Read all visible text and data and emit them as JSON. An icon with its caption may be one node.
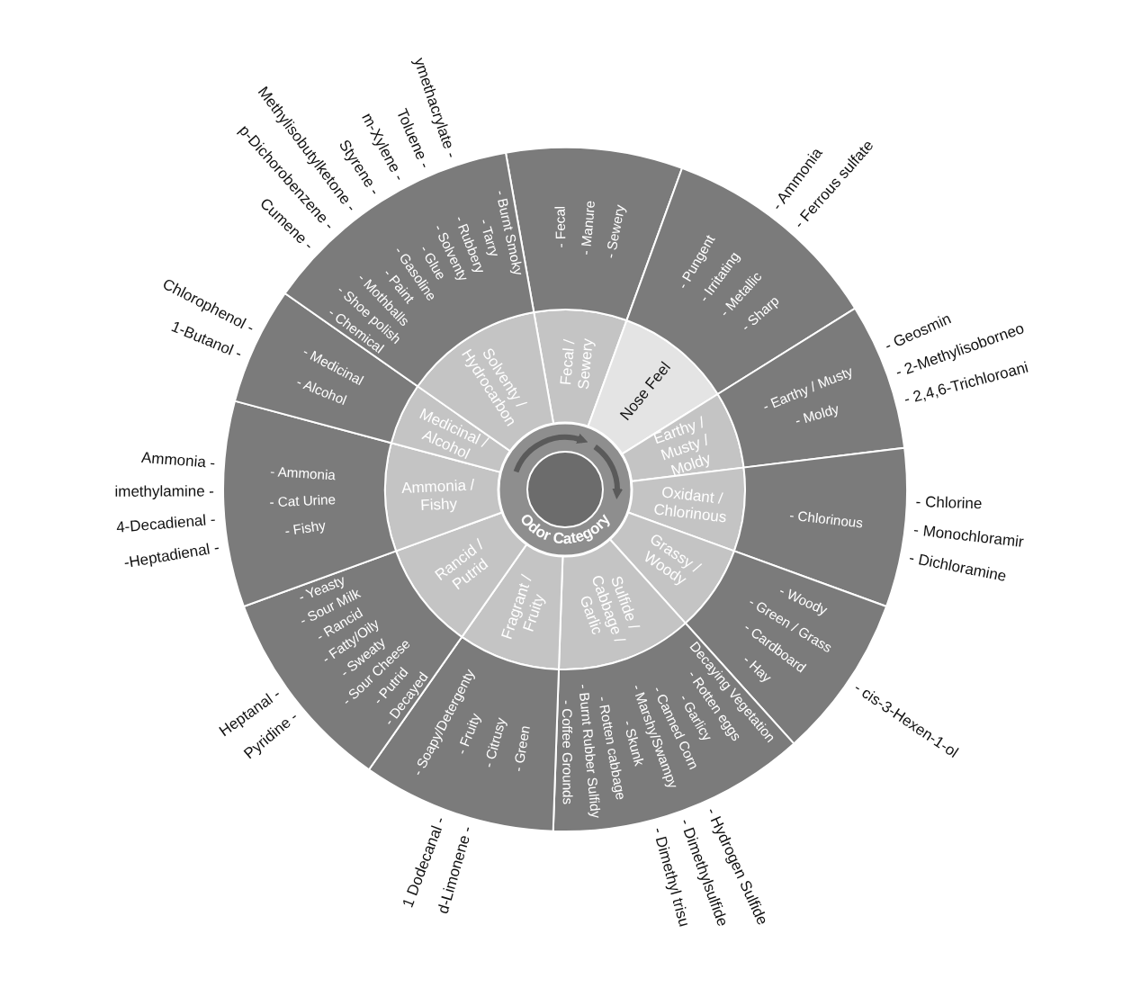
{
  "diagram": {
    "nodes": [
      {
        "text": [
          "Odor Category"
        ]
      },
      {
        "text": [
          "Fecal / Sewery"
        ]
      },
      {
        "text": [
          "Nose Feel"
        ]
      },
      {
        "text": [
          "Earthy / Musty / Moldy"
        ]
      },
      {
        "text": [
          "Oxidant / Chlorinous"
        ]
      },
      {
        "text": [
          "Grassy / Woody"
        ]
      },
      {
        "text": [
          "Sulfide / Cabbage / Garlic"
        ]
      },
      {
        "text": [
          "Fragrant / Fruity"
        ]
      },
      {
        "text": [
          "Rancid / Putrid"
        ]
      },
      {
        "text": [
          "Ammonia / Fishy"
        ]
      },
      {
        "text": [
          "Medicinal / Alcohol"
        ]
      },
      {
        "text": [
          "Solventy / Hydrocarbon"
        ]
      },
      {
        "text": [
          "- Fecal",
          "- Manure",
          "- Sewery"
        ]
      },
      {
        "text": [
          "- Pungent",
          "- Irritating",
          "- Metallic",
          "- Sharp"
        ],
        "beside": [
          "- Ammonia",
          "- Ferrous sulfate"
        ]
      },
      {
        "text": [
          "- Earthy / Musty",
          "- Moldy"
        ],
        "beside": [
          "- Geosmin",
          "- 2-Methylisoborneo",
          "- 2,4,6-Trichloroani"
        ]
      },
      {
        "text": [
          "- Chlorinous"
        ],
        "beside": [
          "- Chlorine",
          "- Monochloramir",
          "- Dichloramine"
        ]
      },
      {
        "text": [
          "- Woody",
          "- Green / Grass",
          "- Cardboard",
          "- Hay"
        ],
        "beside": [
          "- cis-3-Hexen-1-ol"
        ]
      },
      {
        "text": [
          "Decaying Vegetation",
          "- Rotten eggs",
          "- Garlicy",
          "- Canned Corn",
          "- Marshy/Swampy",
          "- Skunk",
          "- Rotten cabbage",
          "- Burnt Rubber Sulfidy",
          "- Coffee Grounds"
        ],
        "beside": [
          "- Hydrogen Sulfide",
          "- Dimethylsulfide",
          "- Dimethyl trisu"
        ]
      },
      {
        "text": [
          "- Soapy/Detergenty",
          "- Fruity",
          "- Citrusy",
          "- Green"
        ],
        "beside": [
          "1 Dodecanal -",
          "d-Limonene -"
        ]
      },
      {
        "text": [
          "- Yeasty",
          "- Sour Milk",
          "- Rancid",
          "- Fatty/Oily",
          "- Sweaty",
          "- Sour Cheese",
          "- Putrid",
          "- Decayed"
        ],
        "beside": [
          "Heptanal -",
          "Pyridine -"
        ]
      },
      {
        "text": [
          "- Ammonia",
          "- Cat Urine",
          "- Fishy"
        ],
        "beside": [
          "Ammonia -",
          "imethylamine -",
          "4-Decadienal -",
          "-Heptadienal -"
        ]
      },
      {
        "text": [
          "- Medicinal",
          "- Alcohol"
        ],
        "beside": [
          "Chlorophenol -",
          "1-Butanol -"
        ]
      },
      {
        "text": [
          "- Burnt Smoky",
          "- Tarry",
          "- Rubbery",
          "- Solventy",
          "- Glue",
          "- Gasoline",
          "- Paint",
          "- Mothballs",
          "- Shoe polish",
          "- Chemical"
        ],
        "beside": [
          "ymethacrylate -",
          "Toluene -",
          "m-Xylene -",
          "Styrene -",
          "Methylisobutylketone -",
          "p-Dichorobenzene -",
          "Cumene -"
        ]
      }
    ],
    "edges": []
  }
}
